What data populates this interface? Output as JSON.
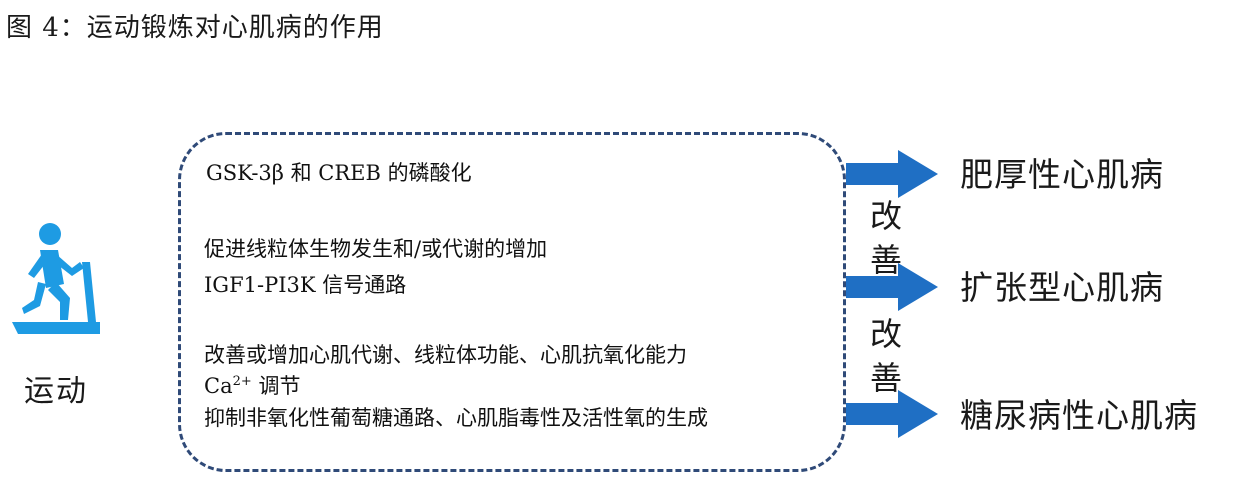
{
  "figure_title": "图 4：运动锻炼对心肌病的作用",
  "exercise": {
    "label": "运动",
    "icon": "treadmill-runner-icon",
    "icon_color": "#1e9be3"
  },
  "mechanisms": {
    "line1": "GSK-3β 和 CREB 的磷酸化",
    "line2": "促进线粒体生物发生和/或代谢的增加",
    "line3": "IGF1-PI3K 信号通路",
    "line4": "改善或增加心肌代谢、线粒体功能、心肌抗氧化能力",
    "line5_prefix": "Ca",
    "line5_sup": "2+",
    "line5_suffix": " 调节",
    "line6": "抑制非氧化性葡萄糖通路、心肌脂毒性及活性氧的生成"
  },
  "improve_labels": [
    {
      "char1": "改",
      "char2": "善"
    },
    {
      "char1": "改",
      "char2": "善"
    }
  ],
  "outcomes": [
    "肥厚性心肌病",
    "扩张型心肌病",
    "糖尿病性心肌病"
  ],
  "colors": {
    "arrow": "#1f6fc4",
    "frame_border": "#2f4a78",
    "icon": "#1e9be3"
  }
}
